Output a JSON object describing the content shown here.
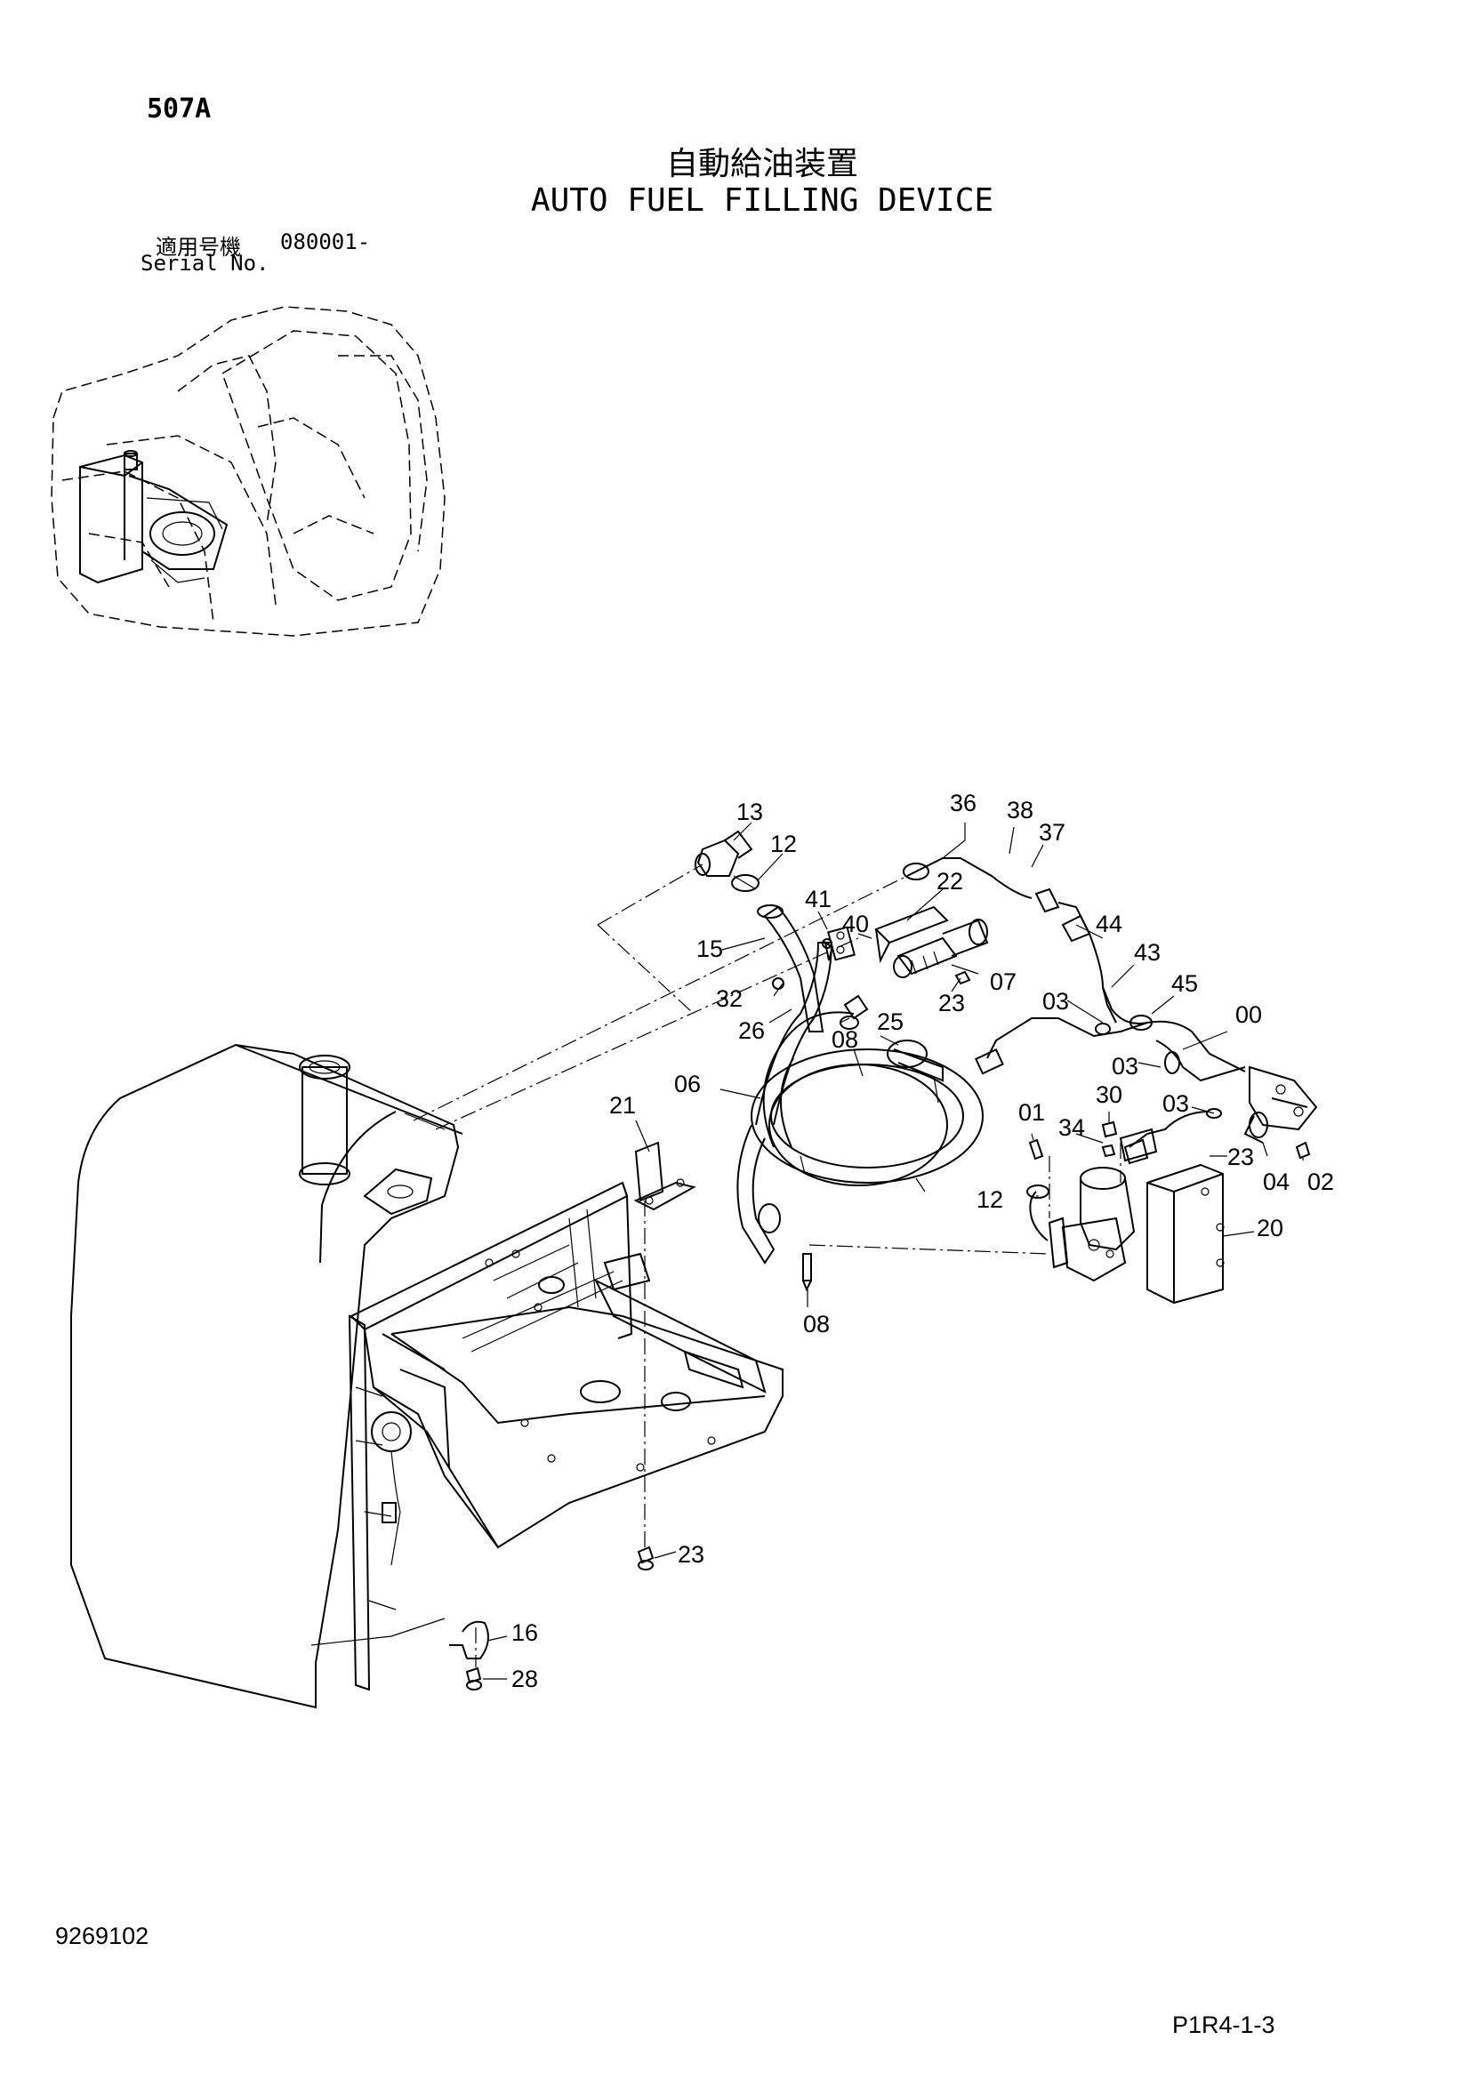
{
  "header": {
    "page_code": "507A",
    "title_jp": "自動給油装置",
    "title_en": "AUTO FUEL FILLING DEVICE",
    "serial_label_jp": "適用号機",
    "serial_value": "080001-",
    "serial_label_en": "Serial No."
  },
  "footer": {
    "doc_number": "9269102",
    "page_ref": "P1R4-1-3"
  },
  "callouts": [
    "13",
    "12",
    "36",
    "38",
    "37",
    "22",
    "41",
    "40",
    "15",
    "07",
    "44",
    "43",
    "32",
    "23",
    "03",
    "45",
    "00",
    "26",
    "25",
    "08",
    "03",
    "06",
    "21",
    "01",
    "30",
    "03",
    "34",
    "23",
    "04",
    "02",
    "12",
    "20",
    "08",
    "23",
    "16",
    "28"
  ]
}
